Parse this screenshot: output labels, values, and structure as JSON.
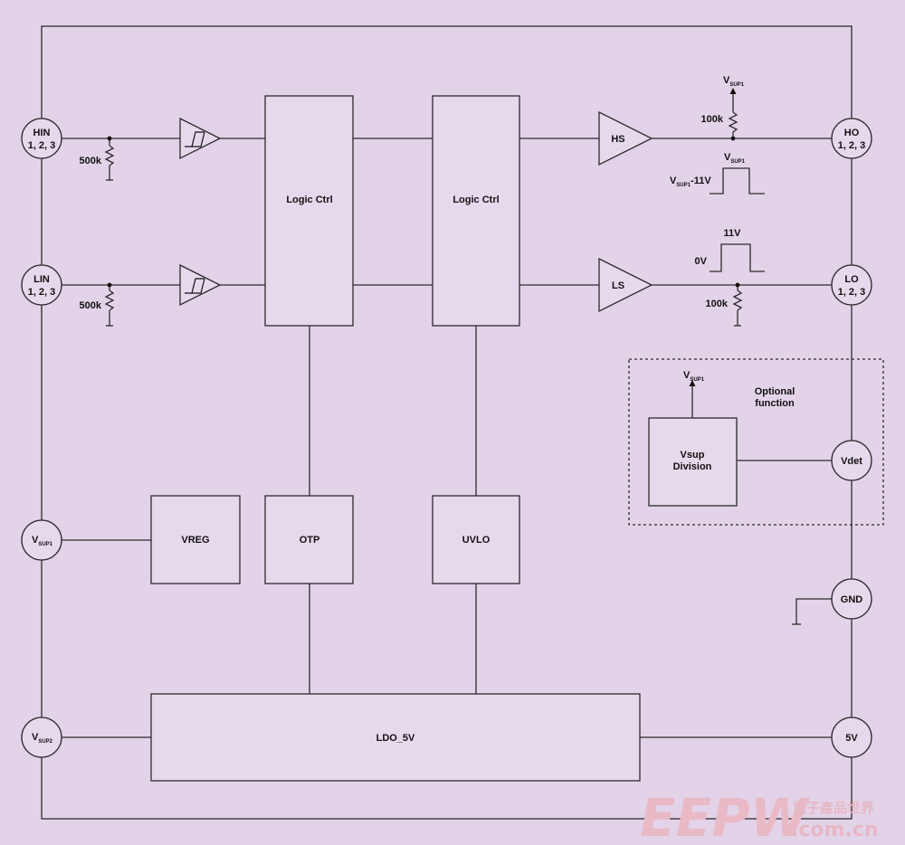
{
  "pins": {
    "hin": {
      "line1": "HIN",
      "line2": "1, 2, 3"
    },
    "lin": {
      "line1": "LIN",
      "line2": "1, 2, 3"
    },
    "vsup1": {
      "main": "V",
      "sub": "SUP1"
    },
    "vsup2": {
      "main": "V",
      "sub": "SUP2"
    },
    "ho": {
      "line1": "HO",
      "line2": "1, 2, 3"
    },
    "lo": {
      "line1": "LO",
      "line2": "1, 2, 3"
    },
    "vdet": "Vdet",
    "gnd": "GND",
    "five_v": "5V"
  },
  "blocks": {
    "logic_ctrl_1": "Logic Ctrl",
    "logic_ctrl_2": "Logic Ctrl",
    "hs": "HS",
    "ls": "LS",
    "vreg": "VREG",
    "otp": "OTP",
    "uvlo": "UVLO",
    "ldo": "LDO_5V",
    "vsup_division_line1": "Vsup",
    "vsup_division_line2": "Division"
  },
  "resistors": {
    "hin_pulldown": "500k",
    "lin_pulldown": "500k",
    "ho_pullup": "100k",
    "lo_pulldown": "100k"
  },
  "waveforms": {
    "ho_high": {
      "main": "V",
      "sub": "SUP1"
    },
    "ho_low": {
      "main": "V",
      "sub": "SUP1",
      "suffix": "-11V"
    },
    "lo_high": "11V",
    "lo_low": "0V"
  },
  "supply_arrows": {
    "ho": {
      "main": "V",
      "sub": "SUP1"
    },
    "vsup_division": {
      "main": "V",
      "sub": "SUP1"
    }
  },
  "optional": {
    "line1": "Optional",
    "line2": "function"
  },
  "watermark": {
    "logo": "EEPW",
    "cn": "電子產品世界",
    "url": ".com.cn"
  },
  "colors": {
    "background": "#e3d3e9",
    "line": "#2b2b2b",
    "box_fill": "#e7d9ec"
  }
}
